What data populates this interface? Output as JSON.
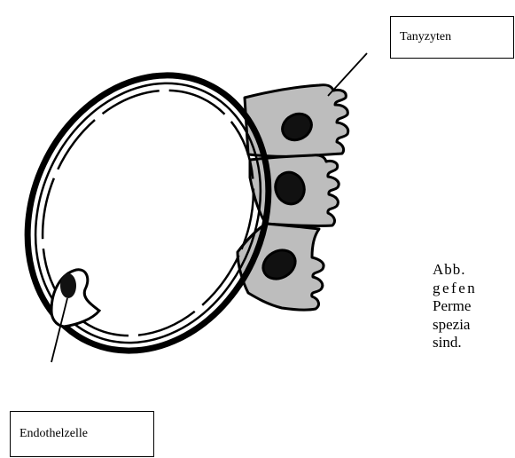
{
  "labels": {
    "tanyzyten": "Tanyzyten",
    "endothelzelle": "Endothelzelle"
  },
  "caption": {
    "lines": [
      "Abb.",
      "gefen",
      "Perme",
      "spezia",
      "sind."
    ]
  },
  "colors": {
    "ink": "#000000",
    "cell_fill": "#bdbdbd",
    "nucleus": "#111111",
    "background": "#ffffff"
  }
}
